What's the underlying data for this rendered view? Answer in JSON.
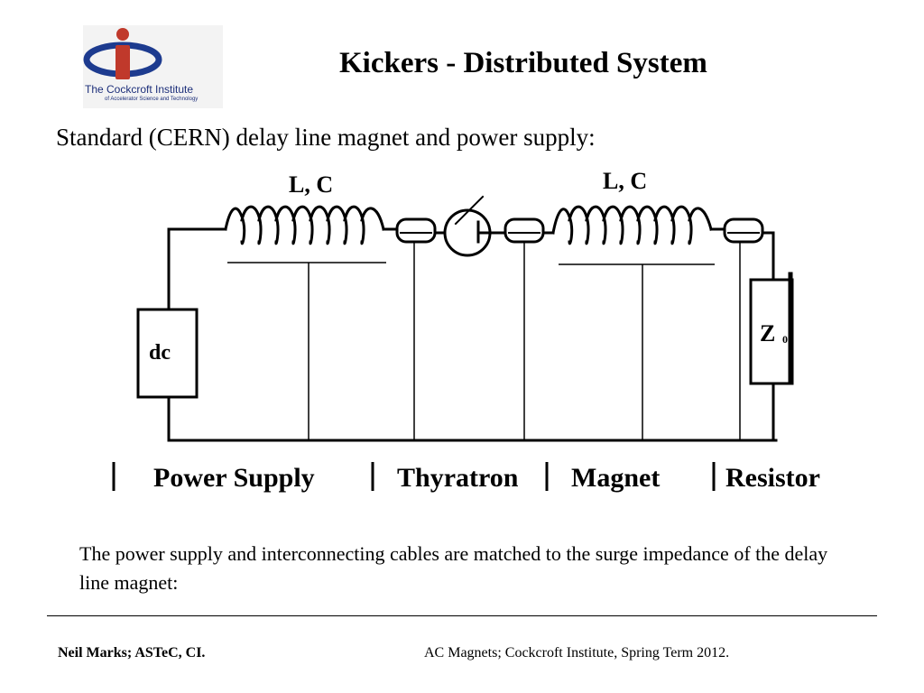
{
  "logo": {
    "name": "The Cockcroft Institute",
    "tagline": "of Accelerator Science and Technology"
  },
  "slide": {
    "title": "Kickers - Distributed System",
    "subtitle": "Standard (CERN) delay line magnet and power supply:",
    "body": "The power supply and interconnecting cables are matched to the surge impedance of the delay line magnet:"
  },
  "diagram": {
    "inductor_label_left": "L, C",
    "inductor_label_right": "L, C",
    "dc_label": "dc",
    "resistor_label": "Z",
    "resistor_subscript": "0",
    "sections": [
      "Power Supply",
      "Thyratron",
      "Magnet",
      "Resistor"
    ]
  },
  "footer": {
    "author": "Neil Marks; ASTeC, CI.",
    "course": "AC Magnets; Cockcroft Institute, Spring Term 2012."
  }
}
